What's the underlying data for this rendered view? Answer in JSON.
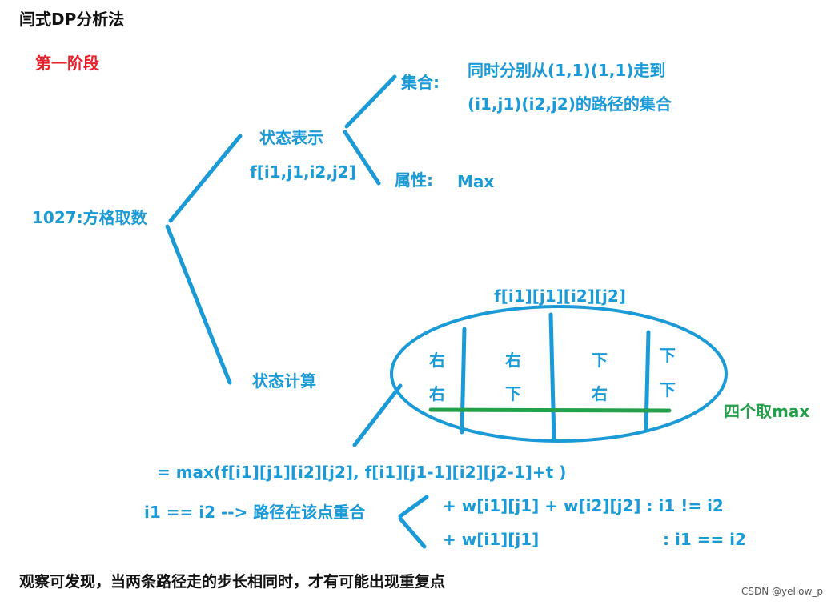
{
  "title": "闫式DP分析法",
  "stage": "第一阶段",
  "root": "1027:方格取数",
  "state_repr": {
    "label": "状态表示",
    "formula": "f[i1,j1,i2,j2]",
    "set_label": "集合:",
    "set_desc_line1": "同时分别从(1,1)(1,1)走到",
    "set_desc_line2": "(i1,j1)(i2,j2)的路径的集合",
    "attr_label": "属性:",
    "attr_value": "Max"
  },
  "state_calc": {
    "label": "状态计算",
    "oval_title": "f[i1][j1][i2][j2]",
    "cells": [
      {
        "top": "右",
        "bottom": "右"
      },
      {
        "top": "右",
        "bottom": "下"
      },
      {
        "top": "下",
        "bottom": "右"
      },
      {
        "top": "下",
        "bottom": "下"
      }
    ],
    "four_max": "四个取max",
    "transition": "= max(f[i1][j1][i2][j2], f[i1][j1-1][i2][j2-1]+t )",
    "overlap_cond": "i1 == i2 --> 路径在该点重合",
    "case1": "+ w[i1][j1] + w[i2][j2]  :  i1 != i2",
    "case2_expr": "+ w[i1][j1]",
    "case2_cond": ": i1 == i2"
  },
  "footer": "观察可发现，当两条路径走的步长相同时，才有可能出现重复点",
  "watermark": "CSDN @yellow_p",
  "colors": {
    "ink": "#1a9ad6",
    "green": "#22a04a",
    "red": "#e8202a"
  }
}
